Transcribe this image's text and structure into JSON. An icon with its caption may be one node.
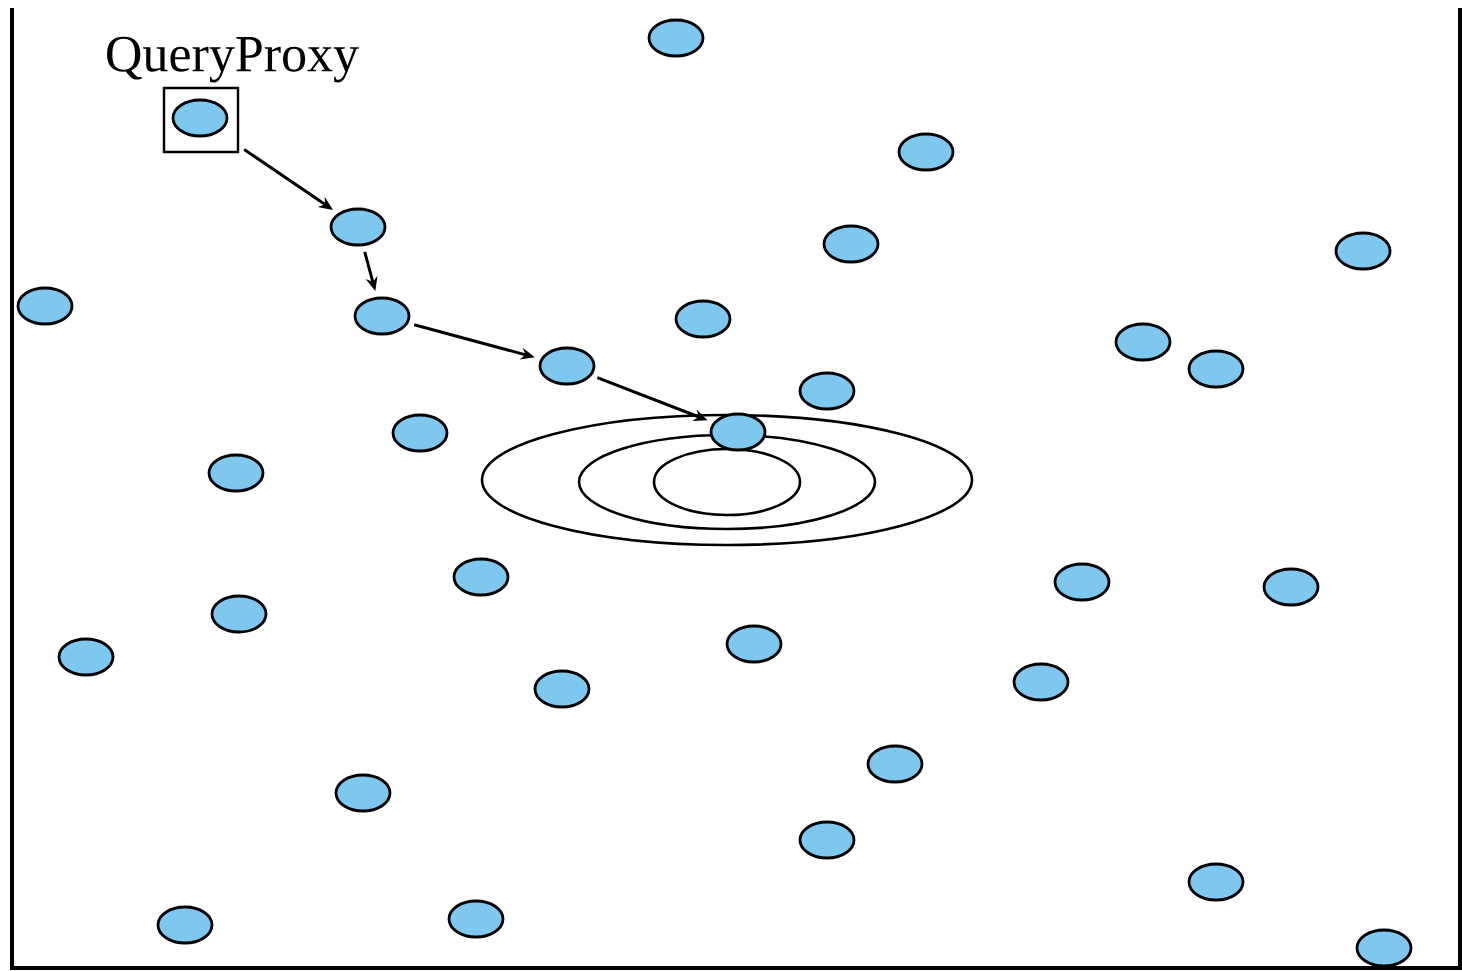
{
  "diagram": {
    "nodes": [
      {
        "text": [],
        "shape": "circle"
      },
      {
        "text": [
          "QueryProxy"
        ]
      },
      {
        "text": [],
        "shape": "circle",
        "in": 1
      },
      {
        "text": [],
        "shape": "circle"
      },
      {
        "text": [],
        "shape": "circle"
      },
      {
        "text": [],
        "shape": "circle"
      },
      {
        "text": [],
        "shape": "circle"
      },
      {
        "text": [],
        "shape": "circle"
      },
      {
        "text": [],
        "shape": "circle"
      },
      {
        "text": [],
        "shape": "circle"
      },
      {
        "text": [],
        "shape": "circle"
      },
      {
        "text": [],
        "shape": "circle"
      },
      {
        "text": [],
        "shape": "circle"
      },
      {
        "text": [],
        "shape": "circle"
      },
      {
        "text": [],
        "shape": "circle"
      },
      {
        "text": [],
        "shape": "circle"
      },
      {
        "text": [],
        "shape": "circle"
      },
      {
        "text": [],
        "shape": "circle"
      },
      {
        "text": [],
        "shape": "circle"
      },
      {
        "text": [],
        "shape": "circle"
      },
      {
        "text": [],
        "shape": "circle"
      },
      {
        "text": [],
        "shape": "circle"
      },
      {
        "text": [],
        "shape": "circle"
      },
      {
        "text": [],
        "shape": "circle"
      },
      {
        "text": [],
        "shape": "circle"
      },
      {
        "text": [],
        "shape": "circle"
      },
      {
        "text": [],
        "shape": "circle"
      },
      {
        "text": [],
        "shape": "circle"
      },
      {
        "text": [],
        "shape": "circle"
      },
      {
        "text": [],
        "shape": "circle"
      },
      {
        "text": [],
        "shape": "circle"
      },
      {
        "text": [],
        "shape": "circle"
      }
    ],
    "edges": [
      {
        "from": 1,
        "to": 4,
        "arrow": "to"
      },
      {
        "from": 4,
        "to": 9,
        "arrow": "to"
      },
      {
        "from": 9,
        "to": 12,
        "arrow": "to"
      },
      {
        "from": 12,
        "to": 15,
        "arrow": "to"
      }
    ]
  }
}
